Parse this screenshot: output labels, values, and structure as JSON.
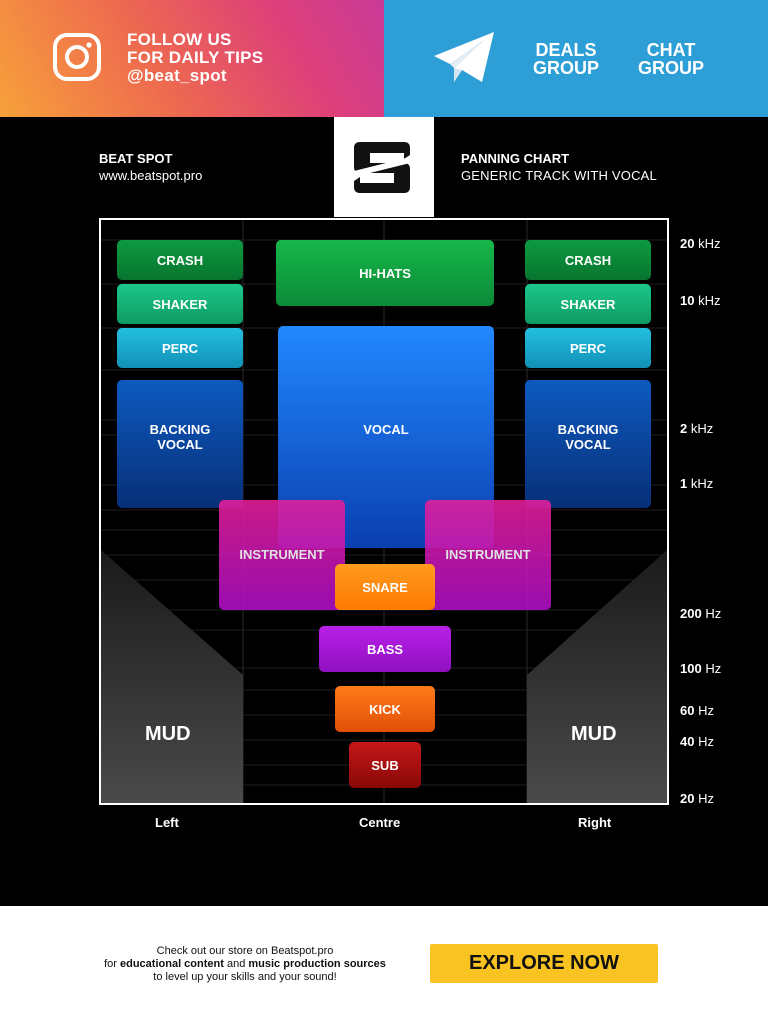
{
  "banner": {
    "instagram": {
      "line1": "FOLLOW US",
      "line2": "FOR DAILY TIPS",
      "handle": "@beat_spot"
    },
    "telegram": {
      "deals": [
        "DEALS",
        "GROUP"
      ],
      "chat": [
        "CHAT",
        "GROUP"
      ]
    }
  },
  "header": {
    "brand_name": "BEAT SPOT",
    "brand_site": "www.beatspot.pro",
    "chart_title": "PANNING CHART",
    "chart_subtitle": "GENERIC TRACK WITH VOCAL"
  },
  "chart_data": {
    "type": "diagram",
    "x_labels": [
      "Left",
      "Centre",
      "Right"
    ],
    "frequency_labels": [
      {
        "value": "20",
        "unit": "kHz"
      },
      {
        "value": "10",
        "unit": "kHz"
      },
      {
        "value": "2",
        "unit": "kHz"
      },
      {
        "value": "1",
        "unit": "kHz"
      },
      {
        "value": "200",
        "unit": "Hz"
      },
      {
        "value": "100",
        "unit": "Hz"
      },
      {
        "value": "60",
        "unit": "Hz"
      },
      {
        "value": "40",
        "unit": "Hz"
      },
      {
        "value": "20",
        "unit": "Hz"
      }
    ],
    "blocks": [
      {
        "label": "CRASH",
        "color": "#0a8f3a"
      },
      {
        "label": "CRASH",
        "color": "#0a8f3a"
      },
      {
        "label": "HI-HATS",
        "color": "#12a645"
      },
      {
        "label": "SHAKER",
        "color": "#14b47a"
      },
      {
        "label": "SHAKER",
        "color": "#14b47a"
      },
      {
        "label": "PERC",
        "color": "#18a8c8"
      },
      {
        "label": "PERC",
        "color": "#18a8c8"
      },
      {
        "label": "BACKING VOCAL",
        "color": "#0a4aa8"
      },
      {
        "label": "BACKING VOCAL",
        "color": "#0a4aa8"
      },
      {
        "label": "VOCAL",
        "color": "#1a7ae8"
      },
      {
        "label": "INSTRUMENT",
        "color": "#d020b0"
      },
      {
        "label": "INSTRUMENT",
        "color": "#d020b0"
      },
      {
        "label": "SNARE",
        "color": "#ff8a10"
      },
      {
        "label": "BASS",
        "color": "#a81cd8"
      },
      {
        "label": "KICK",
        "color": "#f06010"
      },
      {
        "label": "SUB",
        "color": "#b01010"
      }
    ],
    "mud_label": "MUD"
  },
  "footer": {
    "line1": "Check out our store on Beatspot.pro",
    "line2_pre": "for ",
    "line2_b1": "educational content",
    "line2_mid": " and ",
    "line2_b2": "music production sources",
    "line3": "to level up your skills and your sound!",
    "cta": "EXPLORE NOW"
  }
}
